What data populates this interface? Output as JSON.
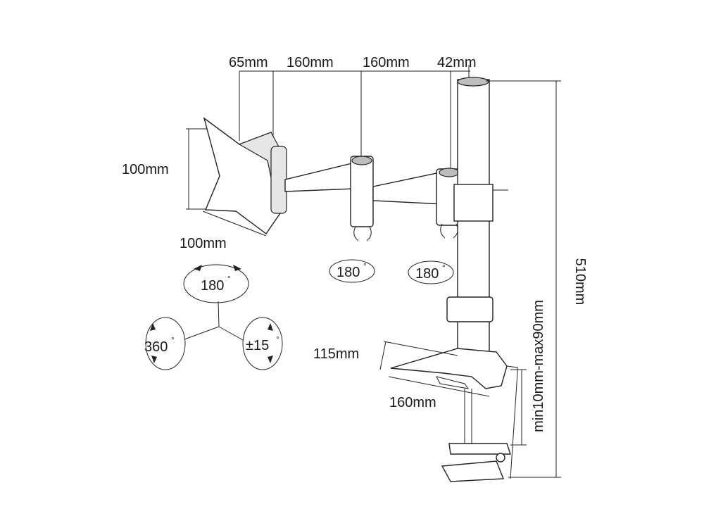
{
  "dimensions": {
    "top": [
      "65mm",
      "160mm",
      "160mm",
      "42mm"
    ],
    "vesa_height": "100mm",
    "vesa_width": "100mm",
    "base_depth": "115mm",
    "base_width": "160mm",
    "total_height": "510mm",
    "clamp_range": "min10mm-max90mm"
  },
  "rotations": {
    "tilt": "180",
    "swivel": "360",
    "rotate": "±15",
    "arm_joint_1": "180",
    "arm_joint_2": "180",
    "degree_symbol": "°"
  }
}
